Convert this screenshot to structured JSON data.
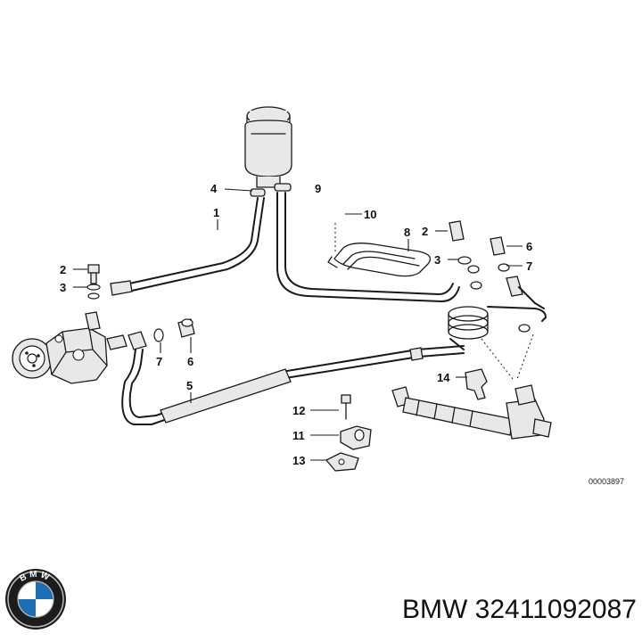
{
  "callouts": [
    {
      "id": "c4",
      "text": "4"
    },
    {
      "id": "c9",
      "text": "9"
    },
    {
      "id": "c1",
      "text": "1"
    },
    {
      "id": "c10",
      "text": "10"
    },
    {
      "id": "c8",
      "text": "8"
    },
    {
      "id": "c2a",
      "text": "2"
    },
    {
      "id": "c6a",
      "text": "6"
    },
    {
      "id": "c2b",
      "text": "2"
    },
    {
      "id": "c3a",
      "text": "3"
    },
    {
      "id": "c7a",
      "text": "7"
    },
    {
      "id": "c3b",
      "text": "3"
    },
    {
      "id": "c7b",
      "text": "7"
    },
    {
      "id": "c6b",
      "text": "6"
    },
    {
      "id": "c5",
      "text": "5"
    },
    {
      "id": "c14",
      "text": "14"
    },
    {
      "id": "c12",
      "text": "12"
    },
    {
      "id": "c11",
      "text": "11"
    },
    {
      "id": "c13",
      "text": "13"
    }
  ],
  "diagram_code": "00003897",
  "brand": {
    "name": "BMW",
    "logo_letters": "BMW"
  },
  "part_label": "BMW 32411092087"
}
